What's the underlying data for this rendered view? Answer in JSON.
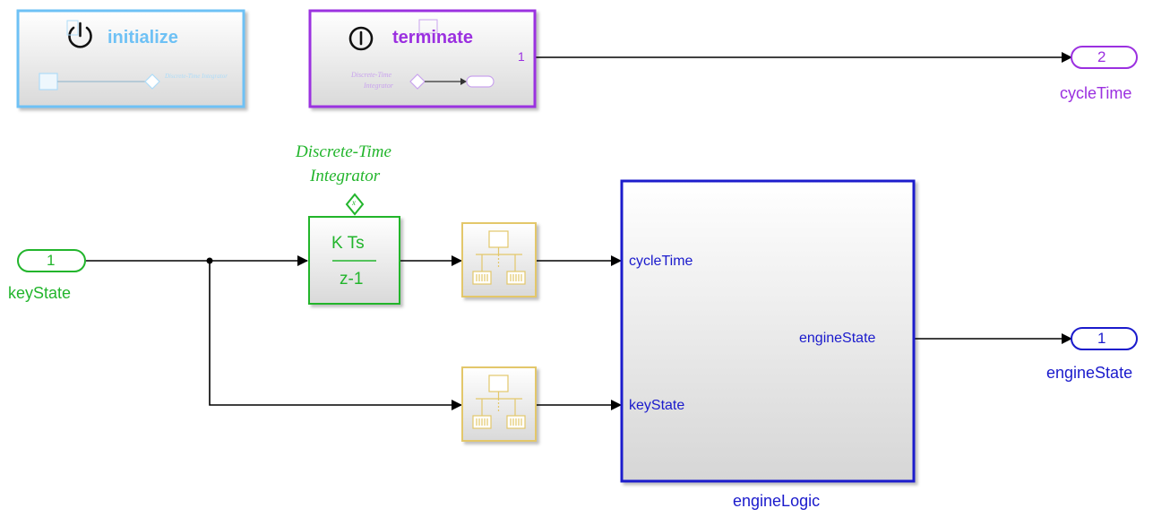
{
  "colors": {
    "initialize": "#6ec1f5",
    "terminate": "#9b30e0",
    "green": "#22b52c",
    "blue": "#1a1acc",
    "yellow": "#e3c76a",
    "line": "#000000"
  },
  "icons": {
    "initialize": "power-on-icon",
    "terminate": "power-off-icon",
    "data_store": "data-store-memory-icon"
  },
  "initialize_block": {
    "title": "initialize",
    "inner_integrator_label": "Discrete-Time Integrator"
  },
  "terminate_block": {
    "title": "terminate",
    "port_out": "1",
    "inner_integrator_label_1": "Discrete-Time",
    "inner_integrator_label_2": "Integrator"
  },
  "inports": [
    {
      "number": "1",
      "name": "keyState"
    }
  ],
  "outports": [
    {
      "number": "2",
      "name": "cycleTime"
    },
    {
      "number": "1",
      "name": "engineState"
    }
  ],
  "integrator": {
    "label_line1": "Discrete-Time",
    "label_line2": "Integrator",
    "numerator": "K Ts",
    "denominator": "z-1",
    "state_port": "x"
  },
  "subsystem": {
    "name": "engineLogic",
    "inputs": [
      "cycleTime",
      "keyState"
    ],
    "outputs": [
      "engineState"
    ]
  }
}
